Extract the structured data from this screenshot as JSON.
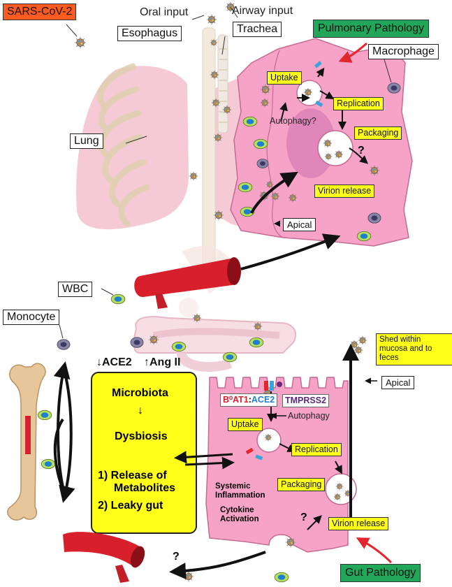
{
  "labels": {
    "sars": "SARS-CoV-2",
    "oral_input": "Oral input",
    "airway_input": "Airway input",
    "esophagus": "Esophagus",
    "trachea": "Trachea",
    "pulmonary_pathology": "Pulmonary Pathology",
    "macrophage": "Macrophage",
    "lung": "Lung",
    "wbc": "WBC",
    "monocyte": "Monocyte",
    "gut_pathology": "Gut Pathology",
    "shed": "Shed within mucosa and to feces",
    "apical": "Apical",
    "ace2_down": "ACE2",
    "angii_up": "Ang II",
    "b0at1": "B⁰AT1",
    "colon": ":",
    "ace2_receptor": "ACE2",
    "tmprss2": "TMPRSS2",
    "autophagy": "Autophagy",
    "autophagy_q": "Autophagy?",
    "systemic_inflammation": "Systemic Inflammation",
    "cytokine_activation": "Cytokine Activation",
    "question": "?"
  },
  "steps": {
    "uptake": "Uptake",
    "replication": "Replication",
    "packaging": "Packaging",
    "virion_release": "Virion release"
  },
  "microbiota_box": {
    "microbiota": "Microbiota",
    "dysbiosis": "Dysbiosis",
    "release1": "1) Release of",
    "release2": "Metabolites",
    "leaky": "2) Leaky gut"
  },
  "colors": {
    "pink_cell": "#f7a3c8",
    "yellow": "#ffff1a",
    "green_label": "#22a65a",
    "orange_label": "#ff5a1f",
    "red_vessel": "#d8202c",
    "bone": "#e7c79a"
  }
}
